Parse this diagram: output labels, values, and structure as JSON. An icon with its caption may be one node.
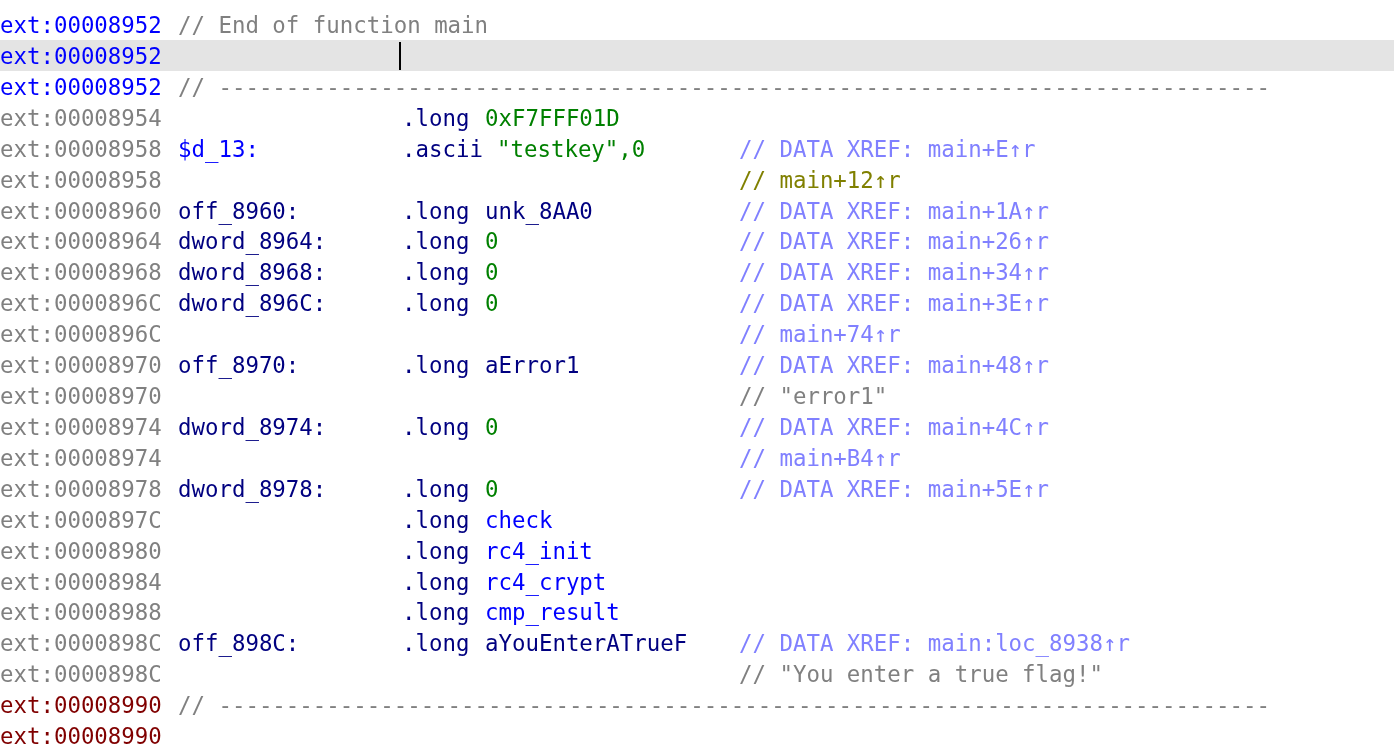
{
  "diagram": {
    "labels": [
      "ext:00008952",
      "// End of function main",
      "ext:00008952",
      "ext:00008952",
      "// ------------------------------------------------------------------------------",
      "ext:00008954",
      ".long",
      "0xF7FFF01D",
      "ext:00008958",
      "$d_13:",
      ".ascii",
      "\"testkey\",0",
      "// DATA XREF: main+E↑r",
      "ext:00008958",
      "// main+12↑r",
      "ext:00008960",
      "off_8960:",
      ".long",
      "unk_8AA0",
      "// DATA XREF: main+1A↑r",
      "ext:00008964",
      "dword_8964:",
      ".long",
      "0",
      "// DATA XREF: main+26↑r",
      "ext:00008968",
      "dword_8968:",
      ".long",
      "0",
      "// DATA XREF: main+34↑r",
      "ext:0000896C",
      "dword_896C:",
      ".long",
      "0",
      "// DATA XREF: main+3E↑r",
      "ext:0000896C",
      "// main+74↑r",
      "ext:00008970",
      "off_8970:",
      ".long",
      "aError1",
      "// DATA XREF: main+48↑r",
      "ext:00008970",
      "// \"error1\"",
      "ext:00008974",
      "dword_8974:",
      ".long",
      "0",
      "// DATA XREF: main+4C↑r",
      "ext:00008974",
      "// main+B4↑r",
      "ext:00008978",
      "dword_8978:",
      ".long",
      "0",
      "// DATA XREF: main+5E↑r",
      "ext:0000897C",
      ".long",
      "check",
      "ext:00008980",
      ".long",
      "rc4_init",
      "ext:00008984",
      ".long",
      "rc4_crypt",
      "ext:00008988",
      ".long",
      "cmp_result",
      "ext:0000898C",
      "off_898C:",
      ".long",
      "aYouEnterATrueF",
      "// DATA XREF: main:loc_8938↑r",
      "ext:0000898C",
      "// \"You enter a true flag!\"",
      "ext:00008990",
      "// ------------------------------------------------------------------------------",
      "ext:00008990"
    ]
  }
}
